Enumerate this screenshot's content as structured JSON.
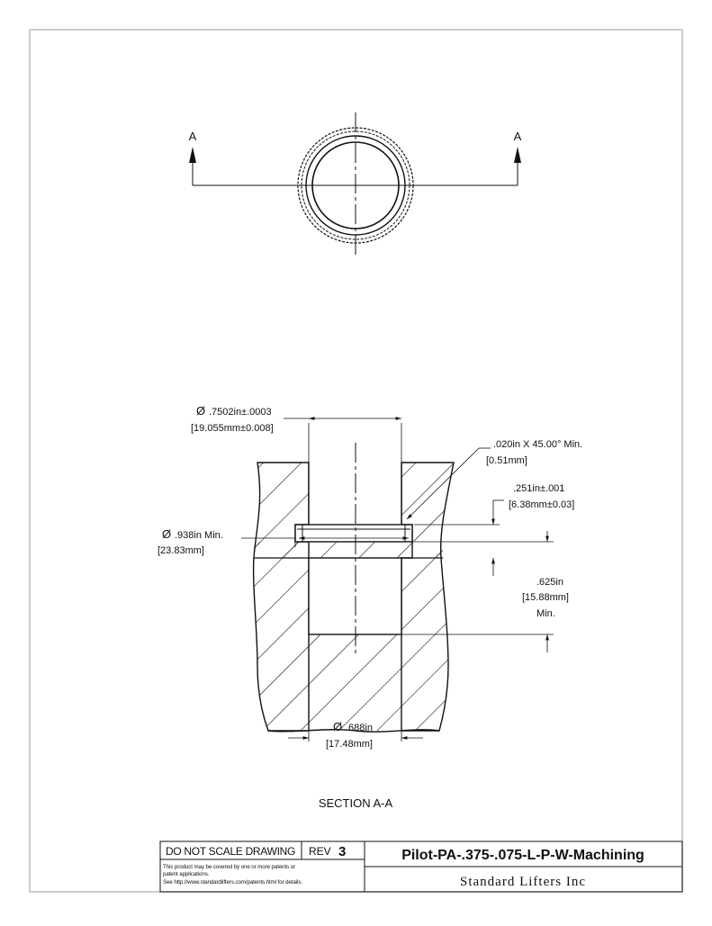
{
  "top_view": {
    "section_marker_left": "A",
    "section_marker_right": "A"
  },
  "section_view": {
    "title": "SECTION A-A",
    "dimensions": {
      "bore_diameter": {
        "symbol": "Ø",
        "imperial": ".7502in±.0003",
        "metric": "[19.055mm±0.008]"
      },
      "chamfer": {
        "imperial": ".020in   X 45.00° Min.",
        "metric": "[0.51mm]"
      },
      "groove_height": {
        "imperial": ".251in±.001",
        "metric": "[6.38mm±0.03]"
      },
      "groove_diameter": {
        "symbol": "Ø",
        "imperial": ".938in  Min.",
        "metric": "[23.83mm]"
      },
      "depth": {
        "imperial": ".625in",
        "metric": "[15.88mm]",
        "note": "Min."
      },
      "lower_bore_diameter": {
        "symbol": "Ø",
        "imperial": ".688in",
        "metric": "[17.48mm]"
      }
    }
  },
  "title_block": {
    "do_not_scale": "DO NOT SCALE DRAWING",
    "rev_label": "REV",
    "rev_value": "3",
    "part_number": "Pilot-PA-.375-.075-L-P-W-Machining",
    "company": "Standard Lifters Inc",
    "patent_line_1": "This product may be covered by one or more patents or",
    "patent_line_2": "patent applications.",
    "patent_line_3": "See http://www.standardlifters.com/patents.html for details."
  }
}
